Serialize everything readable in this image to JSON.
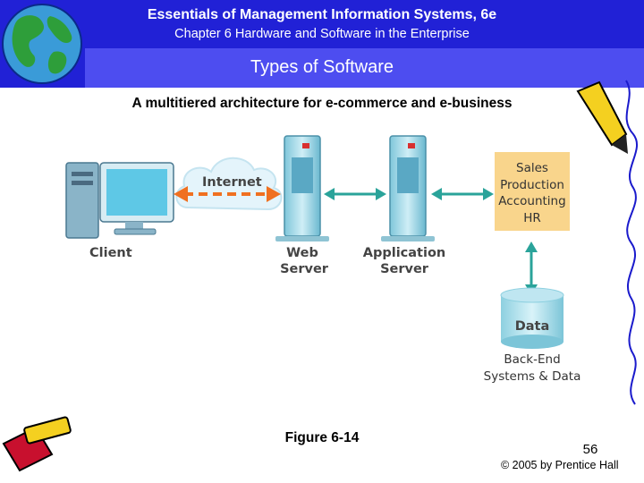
{
  "header": {
    "title": "Essentials of Management Information Systems, 6e",
    "chapter": "Chapter 6 Hardware and Software in the Enterprise",
    "slide_title": "Types of Software"
  },
  "subtitle": "A multitiered architecture for e-commerce and e-business",
  "diagram": {
    "client_label": "Client",
    "internet_label": "Internet",
    "web_server_label": [
      "Web",
      "Server"
    ],
    "app_server_label": [
      "Application",
      "Server"
    ],
    "business_functions": [
      "Sales",
      "Production",
      "Accounting",
      "HR"
    ],
    "data_label": "Data",
    "backend_label": [
      "Back-End",
      "Systems & Data"
    ]
  },
  "figure_caption": "Figure 6-14",
  "page_number": "56",
  "copyright": "© 2005 by Prentice Hall",
  "colors": {
    "header_dark": "#2121d6",
    "header_light": "#4d4df0",
    "accent_orange": "#f07020",
    "teal_arrow": "#2aa39a",
    "business_box": "#f9d58c"
  }
}
